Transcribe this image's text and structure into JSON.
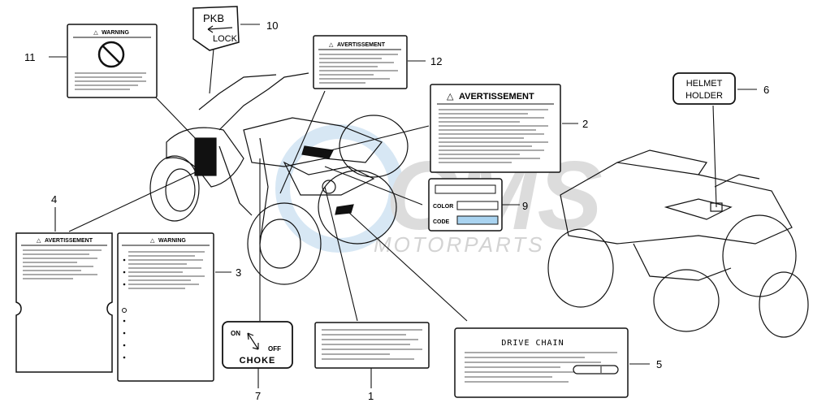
{
  "callouts": {
    "n1": "1",
    "n2": "2",
    "n3": "3",
    "n4": "4",
    "n5": "5",
    "n6": "6",
    "n7": "7",
    "n9": "9",
    "n10": "10",
    "n11": "11",
    "n12": "12"
  },
  "labels": {
    "warning_small": "WARNING",
    "warning_panel": "WARNING",
    "avertissement_12": "AVERTISSEMENT",
    "avertissement_2": "AVERTISSEMENT",
    "avertissement_4": "AVERTISSEMENT",
    "pkb": "PKB",
    "lock": "LOCK",
    "helmet": "HELMET",
    "holder": "HOLDER",
    "color": "COLOR",
    "code": "CODE",
    "drive_chain": "DRIVE CHAIN",
    "on": "ON",
    "off": "OFF",
    "choke": "CHOKE"
  },
  "watermark": {
    "brand_main": "CMS",
    "brand_sub": "MOTORPARTS"
  },
  "colors": {
    "line": "#111111",
    "watermark": "#cfe0ee",
    "watermark_dark": "#dcdcdc",
    "color_field": "#a9d3f0"
  }
}
